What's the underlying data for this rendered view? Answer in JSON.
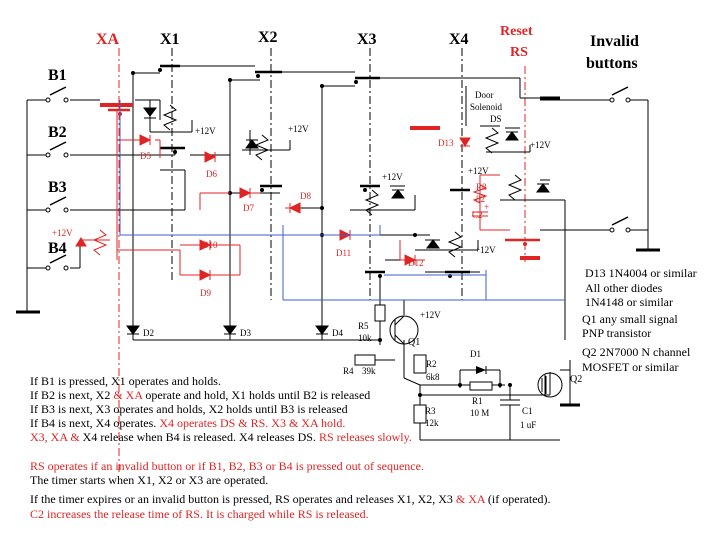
{
  "headers": {
    "xa": "XA",
    "x1": "X1",
    "x2": "X2",
    "x3": "X3",
    "x4": "X4",
    "reset_line1": "Reset",
    "reset_line2": "RS",
    "invalid_line1": "Invalid",
    "invalid_line2": "buttons"
  },
  "buttons": [
    "B1",
    "B2",
    "B3",
    "B4"
  ],
  "labels": {
    "v12_a": "+12V",
    "v12_b": "+12V",
    "v12_c": "+12V",
    "v12_d": "+12V",
    "v12_e": "+12V",
    "v12_f": "+12V",
    "v12_g": "+12V",
    "v12_q1": "+12V",
    "door1": "Door",
    "door2": "Solenoid",
    "door3": "DS",
    "d13": "D13",
    "d5": "D5",
    "d6": "D6",
    "d7": "D7",
    "d8": "D8",
    "d9": "D9",
    "d10": "D10",
    "d11": "D11",
    "d12": "D12",
    "d1": "D1",
    "d2": "D2",
    "d3": "D3",
    "d4": "D4",
    "r8": "R8",
    "r8v": "82",
    "c2": "C2",
    "c2p": "+",
    "r5": "R5",
    "r5v": "10k",
    "r4": "R4",
    "r4v": "39k",
    "q1": "Q1",
    "r2": "R2",
    "r2v": "6k8",
    "r1": "R1",
    "r1v": "10 M",
    "r3": "R3",
    "r3v": "12k",
    "c1": "C1",
    "c1v": "1 uF",
    "q2": "Q2"
  },
  "side_notes": {
    "d13_note": "D13 1N4004 or similar",
    "diodes_1": "All other diodes",
    "diodes_2": "1N4148 or similar",
    "q1_1": "Q1 any small signal",
    "q1_2": "PNP transistor",
    "q2_1": "Q2 2N7000 N channel",
    "q2_2": "MOSFET or similar"
  },
  "notes": {
    "line1": "If B1 is pressed, X1 operates and holds.",
    "line2a": "If B2 is next, X2",
    "line2b": " & XA",
    "line2c": " operate and hold, X1 holds until B2 is released",
    "line3": "If B3 is next, X3 operates and holds, X2 holds until B3 is released",
    "line4a": "If B4 is next, X4 operates.  ",
    "line4b": "X4 operates DS & RS. X3 & XA hold.",
    "line5a": "X3, XA &",
    "line5b": " X4 release when B4 is released.  X4 releases DS. ",
    "line5c": "RS releases slowly.",
    "line6": "RS operates if an invalid button or if B1, B2, B3 or B4 is pressed out of sequence.",
    "line7": "The timer starts when X1, X2 or X3 are operated.",
    "line8a": "If the timer expires or an invalid button is pressed, RS operates and releases X1, X2, X3",
    "line8b": " & XA",
    "line8c": " (if operated).",
    "line9": "C2 increases the release time of RS.  It is charged while RS is released."
  },
  "colors": {
    "wire": "#000000",
    "red": "#e02424",
    "blue": "#3a5fd0"
  }
}
